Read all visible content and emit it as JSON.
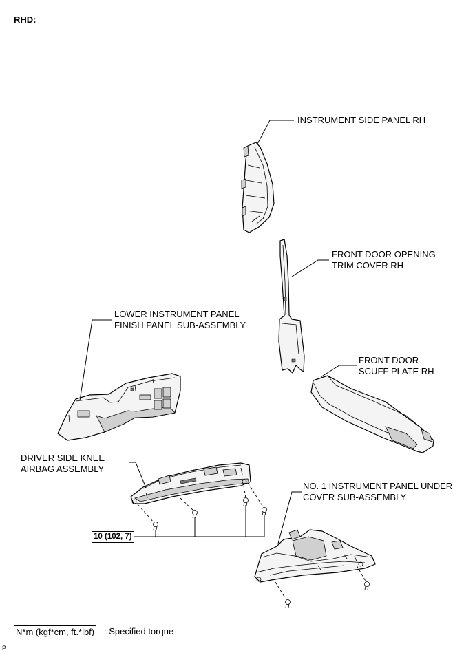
{
  "header": {
    "variant": "RHD:"
  },
  "labels": {
    "side_panel": "INSTRUMENT SIDE PANEL RH",
    "opening_trim_1": "FRONT DOOR OPENING",
    "opening_trim_2": "TRIM COVER RH",
    "finish_panel_1": "LOWER INSTRUMENT PANEL",
    "finish_panel_2": "FINISH PANEL SUB-ASSEMBLY",
    "scuff_plate_1": "FRONT DOOR",
    "scuff_plate_2": "SCUFF PLATE RH",
    "knee_airbag_1": "DRIVER SIDE KNEE",
    "knee_airbag_2": "AIRBAG ASSEMBLY",
    "under_cover_1": "NO. 1 INSTRUMENT PANEL UNDER",
    "under_cover_2": "COVER SUB-ASSEMBLY"
  },
  "torque": {
    "value": "10 (102, 7)"
  },
  "legend": {
    "unit": "N*m (kgf*cm, ft.*lbf)",
    "description": ": Specified torque"
  },
  "footer": {
    "code": "P"
  }
}
